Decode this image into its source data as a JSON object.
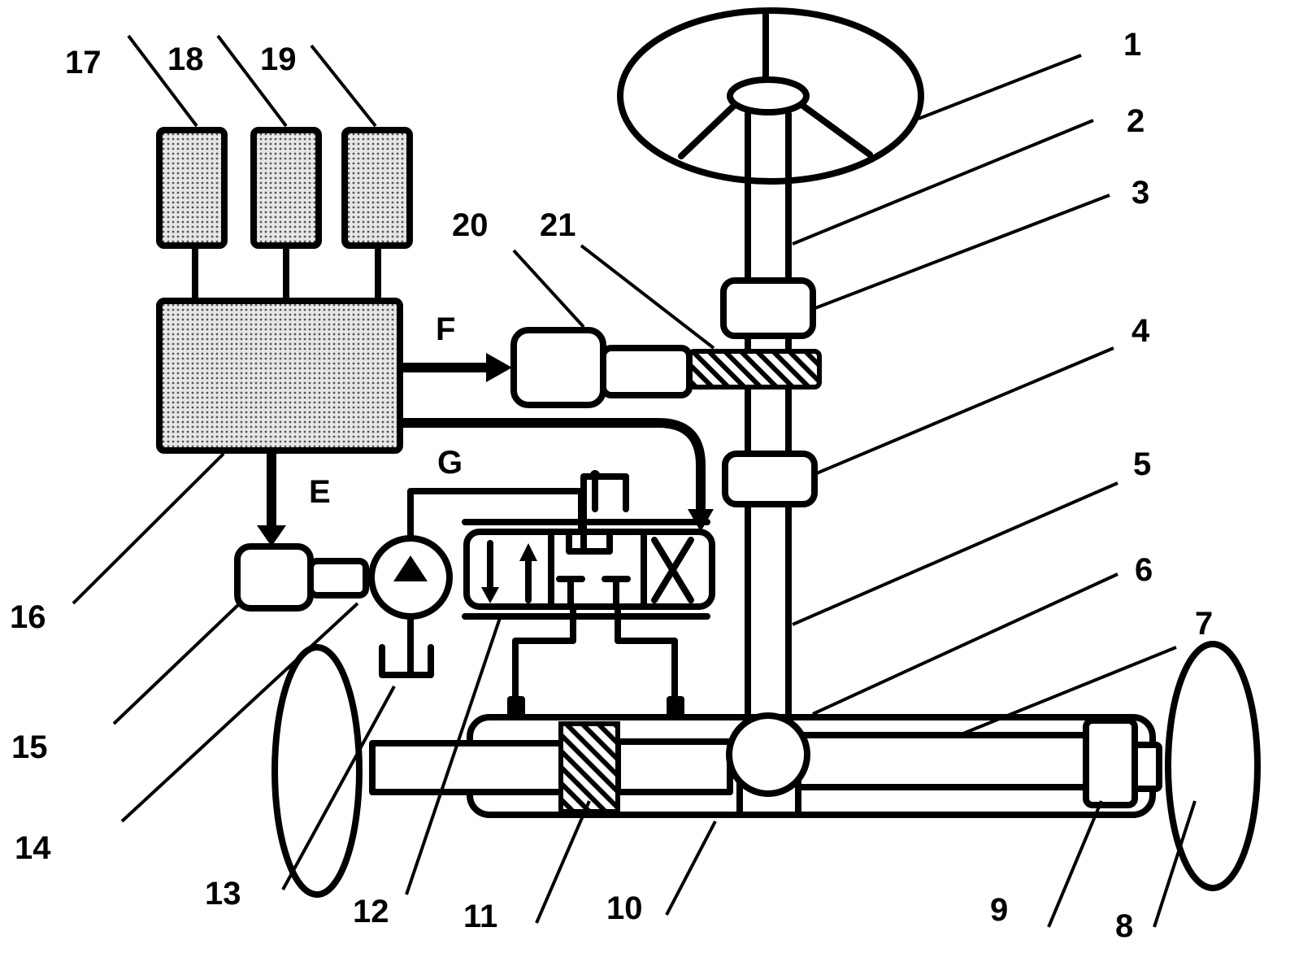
{
  "labels": {
    "n1": "1",
    "n2": "2",
    "n3": "3",
    "n4": "4",
    "n5": "5",
    "n6": "6",
    "n7": "7",
    "n8": "8",
    "n9": "9",
    "n10": "10",
    "n11": "11",
    "n12": "12",
    "n13": "13",
    "n14": "14",
    "n15": "15",
    "n16": "16",
    "n17": "17",
    "n18": "18",
    "n19": "19",
    "n20": "20",
    "n21": "21"
  },
  "signals": {
    "e": "E",
    "f": "F",
    "g": "G"
  }
}
